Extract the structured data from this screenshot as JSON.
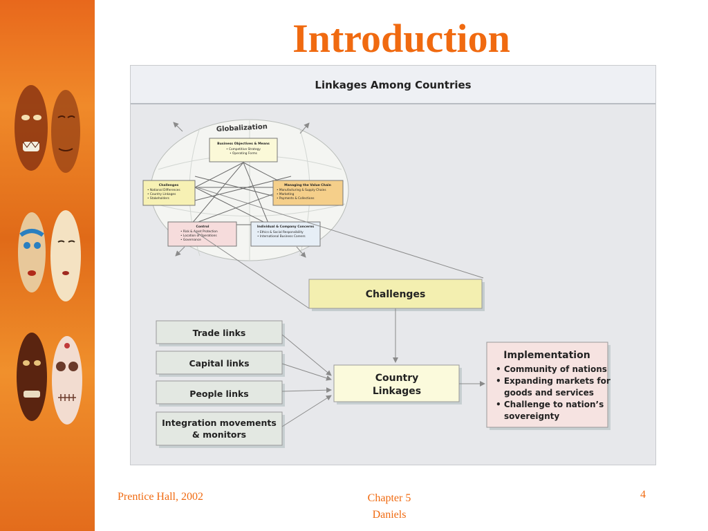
{
  "slide": {
    "title": "Introduction"
  },
  "figure": {
    "title": "Linkages Among Countries",
    "globe": {
      "label": "Globalization",
      "boxes": [
        {
          "title": "Business Objectives & Means",
          "items": [
            "• Competitive Strategy",
            "• Operating Forms"
          ]
        },
        {
          "title": "Challenges",
          "items": [
            "• National Differences",
            "• Country Linkages",
            "• Stakeholders"
          ]
        },
        {
          "title": "Managing the Value Chain",
          "items": [
            "• Manufacturing & Supply Chains",
            "• Marketing",
            "• Payments & Collections"
          ]
        },
        {
          "title": "Control",
          "items": [
            "• Risk & Asset Protection",
            "• Location of Operations",
            "• Governance"
          ]
        },
        {
          "title": "Individual & Company Concerns",
          "items": [
            "• Ethics & Social Responsibility",
            "• International Business Careers"
          ]
        }
      ]
    },
    "challenges_box": "Challenges",
    "links": [
      "Trade links",
      "Capital links",
      "People links"
    ],
    "integration": [
      "Integration movements",
      "& monitors"
    ],
    "country_linkages": [
      "Country",
      "Linkages"
    ],
    "implementation": {
      "title": "Implementation",
      "items": [
        "• Community of nations",
        "• Expanding markets for",
        "goods and services",
        "• Challenge to nation’s",
        "sovereignty"
      ]
    }
  },
  "footer": {
    "left": "Prentice Hall, 2002",
    "center_line1": "Chapter 5",
    "center_line2": "Daniels",
    "page": "4"
  },
  "colors": {
    "accent": "#f06a10",
    "sidebar": "#e8681c",
    "challenges_fill": "#f3efb0",
    "link_fill": "#e3e8e2",
    "implementation_fill": "#f6e3e1",
    "value_chain_fill": "#f5cf8a",
    "control_fill": "#f6dcdc"
  }
}
